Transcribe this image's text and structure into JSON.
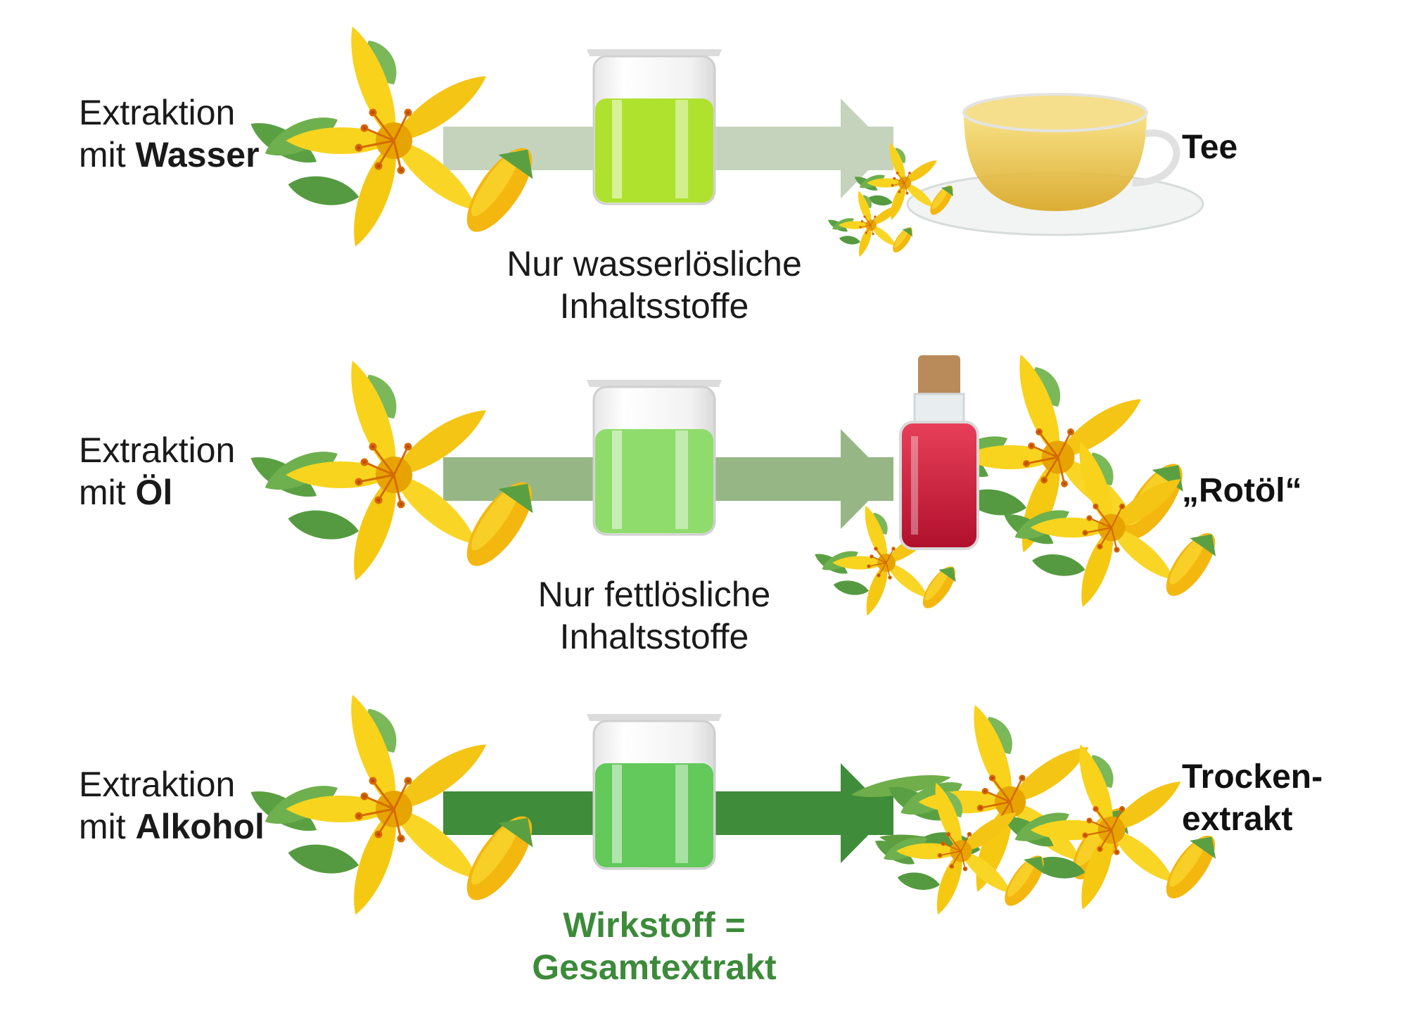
{
  "rows": [
    {
      "method_line1": "Extraktion",
      "method_line2_prefix": "mit ",
      "method_solvent": "Wasser",
      "caption_line1": "Nur wasserlösliche",
      "caption_line2": "Inhaltsstoffe",
      "result": "Tee",
      "arrow_color": "#c5d3bd",
      "liquid_color": "#aee22e"
    },
    {
      "method_line1": "Extraktion",
      "method_line2_prefix": "mit ",
      "method_solvent": "Öl",
      "caption_line1": "Nur fettlösliche",
      "caption_line2": "Inhaltsstoffe",
      "result": "„Rotöl“",
      "arrow_color": "#97b686",
      "liquid_color": "#8fdc6c"
    },
    {
      "method_line1": "Extraktion",
      "method_line2_prefix": "mit ",
      "method_solvent": "Alkohol",
      "caption_line1": "Wirkstoff =",
      "caption_line2": "Gesamtextrakt",
      "result_line1": "Trocken-",
      "result_line2": "extrakt",
      "arrow_color": "#3f8c3a",
      "liquid_color": "#62c95a",
      "caption_color": "#3c8a3a"
    }
  ],
  "icons": {
    "plant": "st-johns-wort-flower-icon",
    "beaker": "beaker-icon",
    "tea": "tea-cup-icon",
    "oil": "oil-bottle-icon",
    "extract": "flower-bunch-icon"
  }
}
